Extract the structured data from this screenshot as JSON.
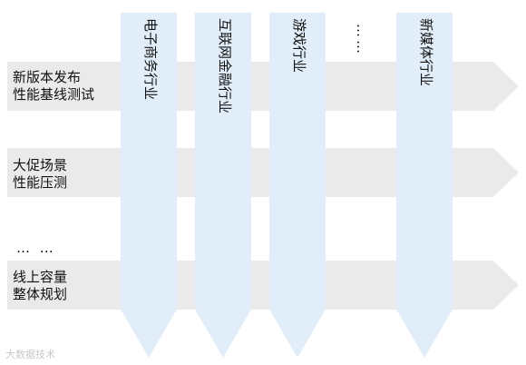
{
  "rows": [
    {
      "lines": [
        "新版本发布",
        "性能基线测试"
      ]
    },
    {
      "lines": [
        "大促场景",
        "性能压测"
      ]
    },
    {
      "ellipsis": "…  …"
    },
    {
      "lines": [
        "线上容量",
        "整体规划"
      ]
    }
  ],
  "columns": [
    {
      "label": "电子商务行业"
    },
    {
      "label": "互联网金融行业"
    },
    {
      "label": "游戏行业"
    },
    {
      "ellipsis": "……"
    },
    {
      "label": "新媒体行业"
    }
  ],
  "watermark": "大数据技术",
  "colors": {
    "row_arrow": "#eaeaea",
    "column_arrow": "#e1edf8"
  }
}
